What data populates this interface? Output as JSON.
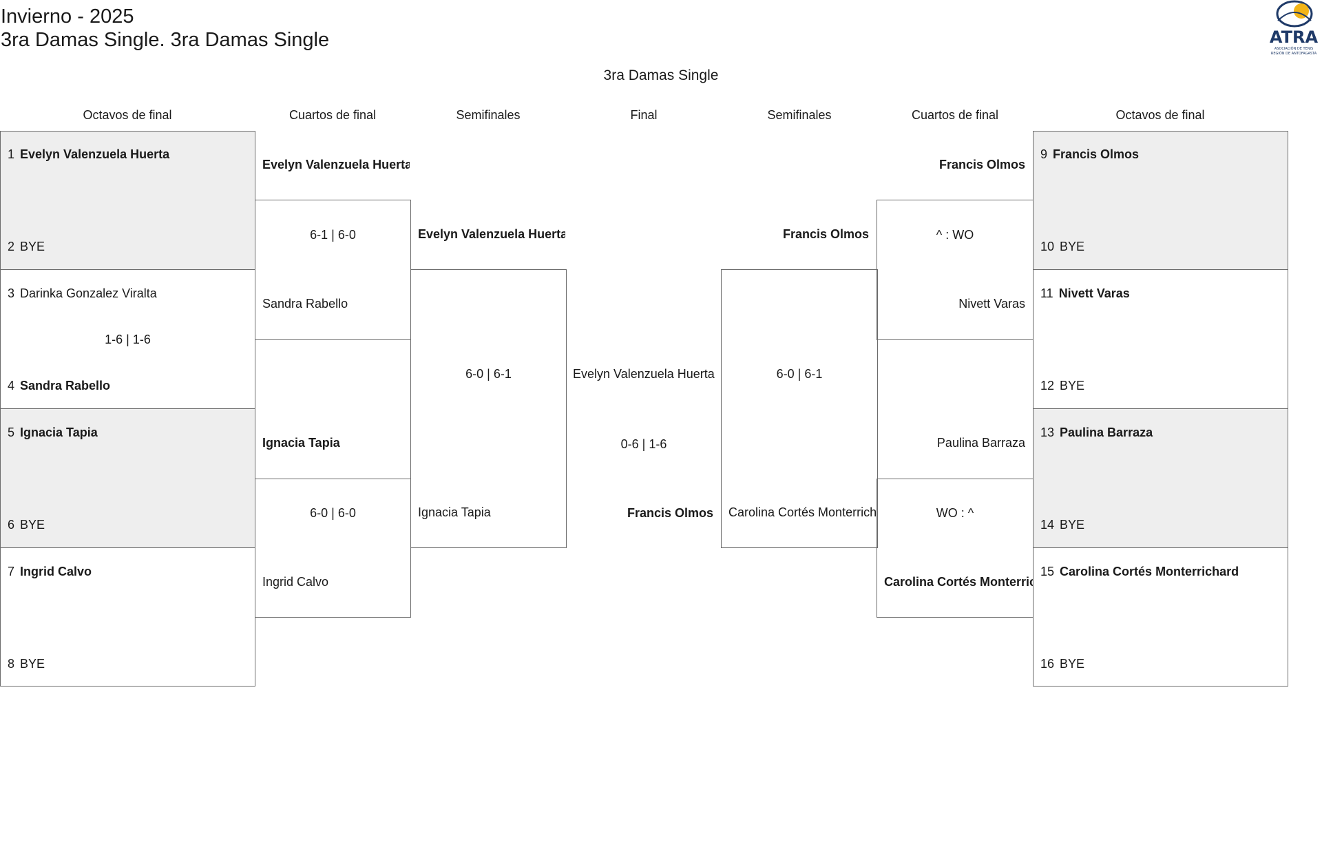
{
  "header": {
    "season": "Invierno - 2025",
    "category": "3ra Damas Single. 3ra Damas Single"
  },
  "logo": {
    "text": "ATRA",
    "subtext_1": "ASOCIACIÓN DE TENIS",
    "subtext_2": "REGIÓN DE ANTOFAGASTA",
    "colors": {
      "navy": "#1f3a68",
      "yellow": "#f2b417"
    }
  },
  "bracket_title": "3ra Damas Single",
  "rounds": {
    "left": [
      "Octavos de final",
      "Cuartos de final",
      "Semifinales"
    ],
    "final": "Final",
    "right": [
      "Semifinales",
      "Cuartos de final",
      "Octavos de final"
    ]
  },
  "left_r16": [
    {
      "seed": "1",
      "name": "Evelyn Valenzuela Huerta"
    },
    {
      "seed": "2",
      "name": "BYE"
    },
    {
      "seed": "3",
      "name": "Darinka Gonzalez Viralta"
    },
    {
      "seed": "4",
      "name": "Sandra Rabello"
    },
    {
      "seed": "5",
      "name": "Ignacia Tapia"
    },
    {
      "seed": "6",
      "name": "BYE"
    },
    {
      "seed": "7",
      "name": "Ingrid Calvo"
    },
    {
      "seed": "8",
      "name": "BYE"
    }
  ],
  "left_r16_scores": [
    "1-6 | 1-6"
  ],
  "left_qf": [
    "Evelyn Valenzuela Huerta",
    "Sandra Rabello",
    "Ignacia Tapia",
    "Ingrid Calvo"
  ],
  "left_qf_scores": [
    "6-1 | 6-0",
    "6-0 | 6-0"
  ],
  "left_sf": [
    "Evelyn Valenzuela Huerta",
    "Ignacia Tapia"
  ],
  "left_sf_score": "6-0 | 6-1",
  "final": {
    "player_1": "Evelyn Valenzuela Huerta",
    "player_2": "Francis Olmos",
    "score": "0-6 | 1-6"
  },
  "right_r16": [
    {
      "seed": "9",
      "name": "Francis Olmos"
    },
    {
      "seed": "10",
      "name": "BYE"
    },
    {
      "seed": "11",
      "name": "Nivett Varas"
    },
    {
      "seed": "12",
      "name": "BYE"
    },
    {
      "seed": "13",
      "name": "Paulina Barraza"
    },
    {
      "seed": "14",
      "name": "BYE"
    },
    {
      "seed": "15",
      "name": "Carolina Cortés Monterrichard"
    },
    {
      "seed": "16",
      "name": "BYE"
    }
  ],
  "right_qf": [
    "Francis Olmos",
    "Nivett Varas",
    "Paulina Barraza",
    "Carolina Cortés Monterrichard"
  ],
  "right_qf_scores": [
    "^ : WO",
    "WO : ^"
  ],
  "right_sf": [
    "Francis Olmos",
    "Carolina Cortés Monterrichard"
  ],
  "right_sf_score": "6-0 | 6-1"
}
